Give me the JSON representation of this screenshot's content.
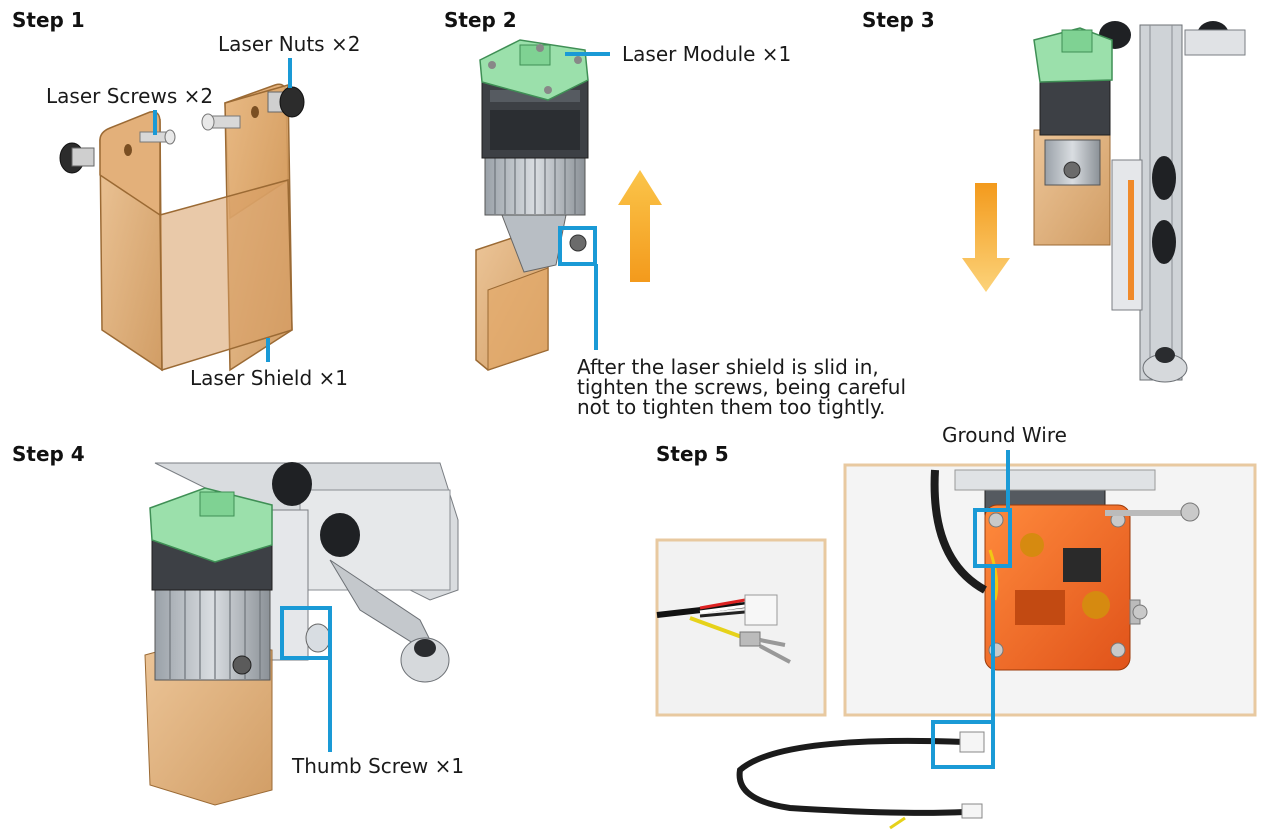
{
  "step1": {
    "title": "Step 1",
    "nuts_label": "Laser Nuts ×2",
    "screws_label": "Laser Screws ×2",
    "shield_label": "Laser Shield ×1"
  },
  "step2": {
    "title": "Step 2",
    "module_label": "Laser Module ×1",
    "note_lines": [
      "After the laser shield is slid in,",
      "tighten the screws, being careful",
      "not to tighten them too tightly."
    ]
  },
  "step3": {
    "title": "Step 3"
  },
  "step4": {
    "title": "Step 4",
    "thumb_screw_label": "Thumb Screw ×1"
  },
  "step5": {
    "title": "Step 5",
    "ground_wire_label": "Ground Wire"
  },
  "colors": {
    "callout_blue": "#1a9ad6",
    "shield_amber": "#d9a46a",
    "module_green": "#8fd9a0",
    "arrow_orange": "#f5a623",
    "photo_frame": "#e8c9a0"
  }
}
